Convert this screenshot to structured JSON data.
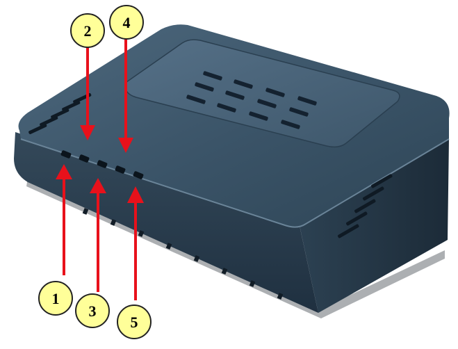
{
  "colors": {
    "device_top": "#3b5468",
    "device_top_light": "#4a6479",
    "device_front": "#2c4152",
    "device_side": "#243746",
    "vent": "#101c26",
    "arrow": "#e8111b",
    "callout_fill": "#ffff99",
    "callout_stroke": "#222222",
    "background": "#ffffff"
  },
  "callouts": [
    {
      "label": "1"
    },
    {
      "label": "2"
    },
    {
      "label": "3"
    },
    {
      "label": "4"
    },
    {
      "label": "5"
    }
  ]
}
